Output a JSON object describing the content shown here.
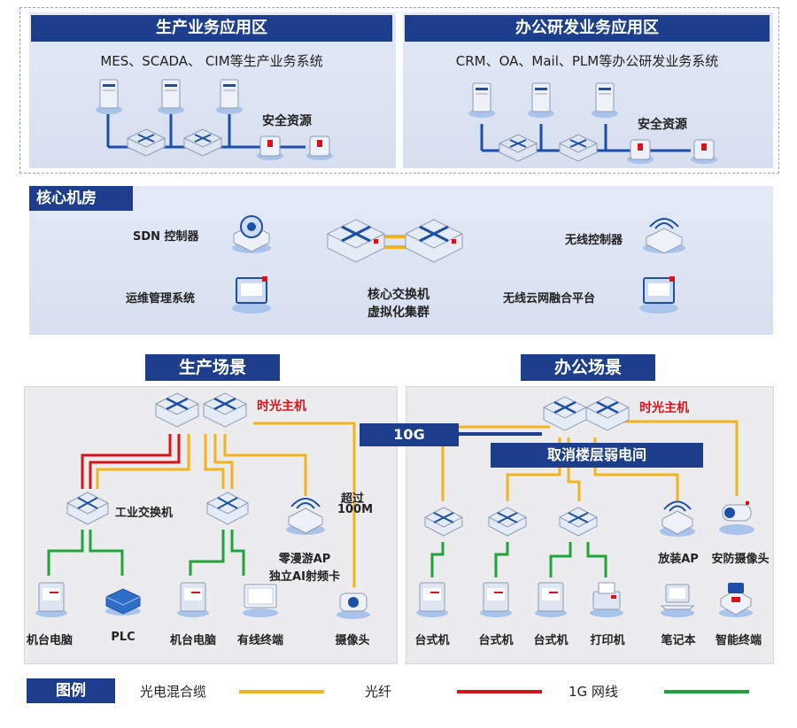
{
  "production_app": {
    "title": "生产业务应用区",
    "subtitle": "MES、SCADA、 CIM等生产业务系统",
    "security_label": "安全资源"
  },
  "office_app": {
    "title": "办公研发业务应用区",
    "subtitle": "CRM、OA、Mail、PLM等办公研发业务系统",
    "security_label": "安全资源"
  },
  "core": {
    "title": "核心机房",
    "sdn_label": "SDN 控制器",
    "ops_label": "运维管理系统",
    "core_switch_label_1": "核心交换机",
    "core_switch_label_2": "虚拟化集群",
    "wlc_label": "无线控制器",
    "cloud_label": "无线云网融合平台"
  },
  "production_scene": {
    "title": "生产场景",
    "host_label": "时光主机",
    "industrial_switch_label": "工业交换机",
    "ap_label_1": "零漫游AP",
    "ap_label_2": "独立AI射频卡",
    "distance_label_1": "超过",
    "distance_label_2": "100M",
    "endpoints": [
      "机台电脑",
      "PLC",
      "机台电脑",
      "有线终端",
      "摄像头"
    ]
  },
  "link_label": "10G",
  "office_scene": {
    "title": "办公场景",
    "host_label": "时光主机",
    "banner": "取消楼层弱电间",
    "ap_label": "放装AP",
    "camera_label": "安防摄像头",
    "endpoints": [
      "台式机",
      "台式机",
      "台式机",
      "打印机",
      "笔记本",
      "智能终端"
    ]
  },
  "legend": {
    "title": "图例",
    "items": [
      {
        "label": "光电混合缆",
        "color": "#f2b41c"
      },
      {
        "label": "光纤",
        "color": "#d8131c"
      },
      {
        "label": "1G 网线",
        "color": "#1fa33a"
      }
    ]
  },
  "colors": {
    "header_blue": "#1d3e8c",
    "hybrid_cable": "#f2b41c",
    "fiber": "#d8131c",
    "ethernet": "#1fa33a",
    "topology_line": "#1d4fa8"
  }
}
